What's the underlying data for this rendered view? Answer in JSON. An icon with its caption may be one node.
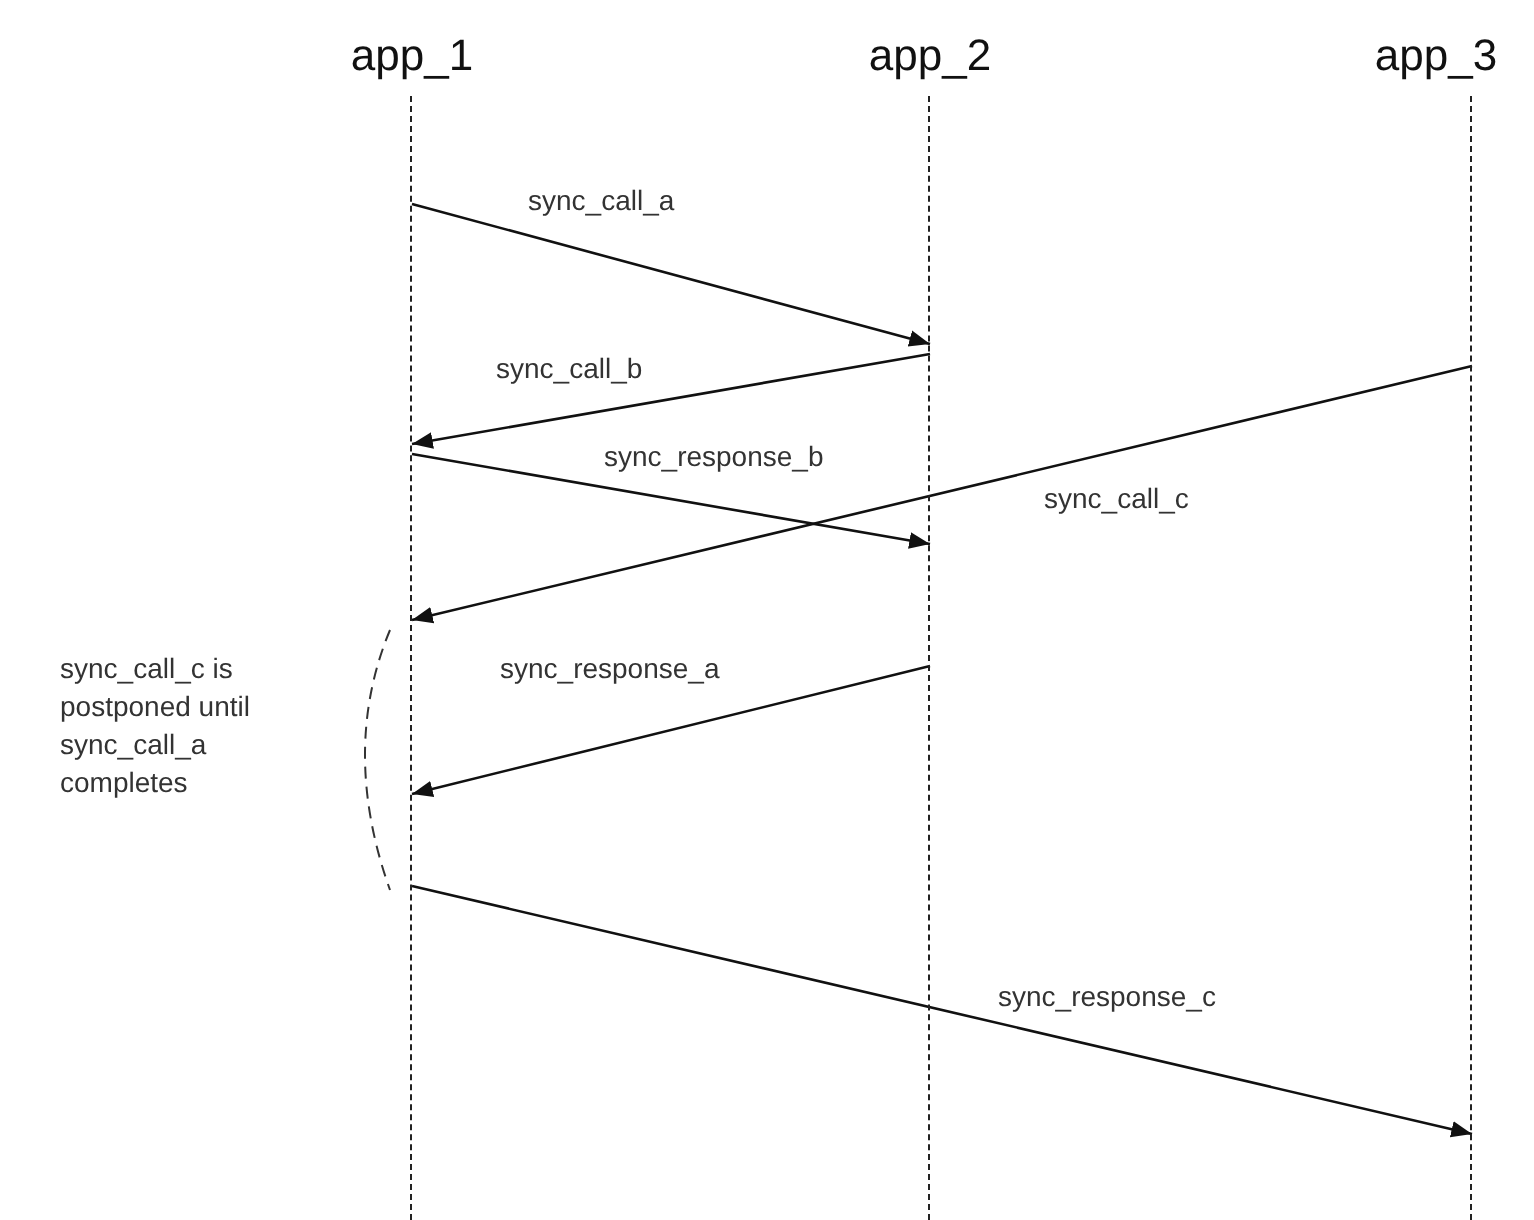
{
  "diagram": {
    "nodes": [
      {
        "text": [
          "app_1"
        ]
      },
      {
        "text": [
          "app_2"
        ]
      },
      {
        "text": [
          "app_3"
        ]
      }
    ],
    "edges": [
      {
        "from": 0,
        "to": 1,
        "arrow": "to",
        "label": "sync_call_a"
      },
      {
        "from": 1,
        "to": 0,
        "arrow": "to",
        "label": "sync_call_b"
      },
      {
        "from": 0,
        "to": 1,
        "arrow": "to",
        "label": "sync_response_b"
      },
      {
        "from": 2,
        "to": 0,
        "arrow": "to",
        "label": "sync_call_c"
      },
      {
        "from": 1,
        "to": 0,
        "arrow": "to",
        "label": "sync_response_a"
      },
      {
        "from": 0,
        "to": 2,
        "arrow": "to",
        "label": "sync_response_c"
      }
    ],
    "labels": [
      "sync_call_c is postponed until sync_call_a completes"
    ]
  }
}
